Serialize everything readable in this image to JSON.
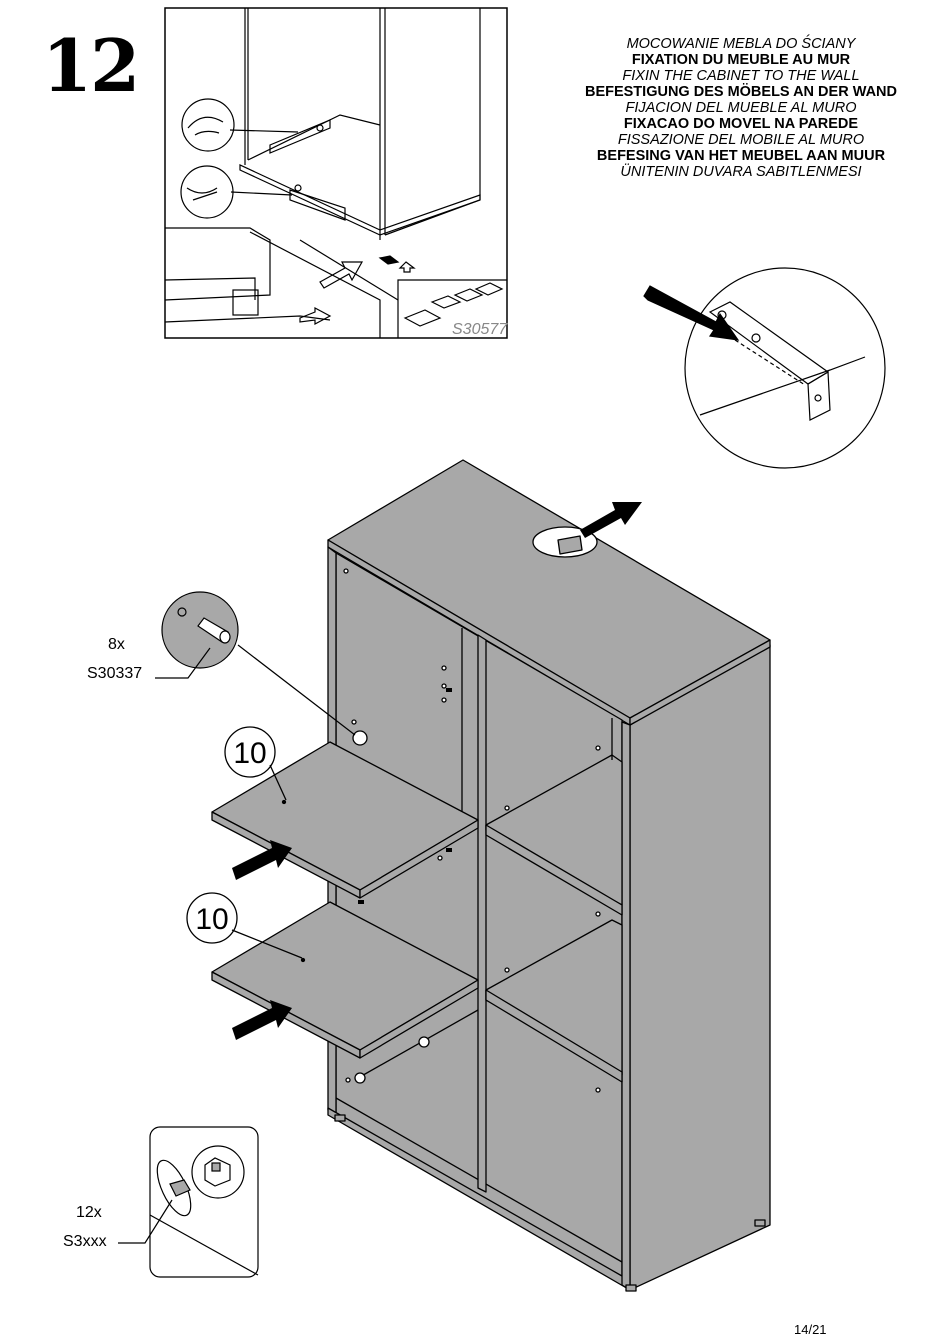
{
  "step_number": "12",
  "titles": [
    {
      "text": "MOCOWANIE MEBLA DO ŚCIANY",
      "style": "italic"
    },
    {
      "text": "FIXATION DU MEUBLE AU MUR",
      "style": "bold"
    },
    {
      "text": "FIXIN THE CABINET TO THE WALL",
      "style": "italic"
    },
    {
      "text": "BEFESTIGUNG DES MÖBELS AN DER WAND",
      "style": "bold"
    },
    {
      "text": "FIJACION DEL MUEBLE AL MURO",
      "style": "italic"
    },
    {
      "text": "FIXACAO DO MOVEL NA PAREDE",
      "style": "bold"
    },
    {
      "text": "FISSAZIONE DEL MOBILE AL MURO",
      "style": "italic"
    },
    {
      "text": "BEFESING VAN HET MEUBEL AAN MUUR",
      "style": "bold"
    },
    {
      "text": "ÜNITENIN DUVARA SABITLENMESI",
      "style": "italic"
    }
  ],
  "inset_code": "S30577",
  "parts": {
    "pin": {
      "qty": "8x",
      "code": "S30337"
    },
    "connector": {
      "qty": "12x",
      "code": "S3xxx"
    },
    "shelf_top_number": "10",
    "shelf_bottom_number": "10"
  },
  "page": "14/21"
}
